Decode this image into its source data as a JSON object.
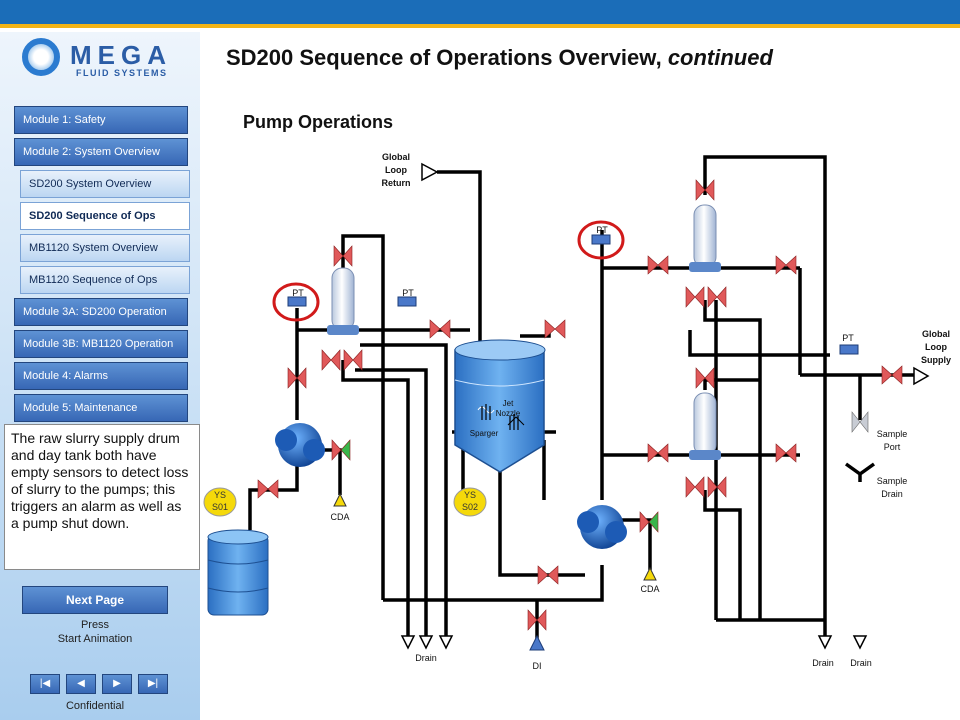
{
  "header": {
    "title_main": "SD200 Sequence of Operations Overview,",
    "title_emph": "continued",
    "subtitle": "Pump Operations"
  },
  "logo": {
    "word": "MEGA",
    "sub": "FLUID SYSTEMS"
  },
  "nav": {
    "items": [
      {
        "label": "Module 1: Safety",
        "type": "module"
      },
      {
        "label": "Module 2: System Overview",
        "type": "module"
      },
      {
        "label": "SD200 System Overview",
        "type": "sub"
      },
      {
        "label": "SD200 Sequence of Ops",
        "type": "sub",
        "active": true
      },
      {
        "label": "MB1120 System Overview",
        "type": "sub"
      },
      {
        "label": "MB1120 Sequence of Ops",
        "type": "sub"
      },
      {
        "label": "Module 3A: SD200 Operation",
        "type": "module"
      },
      {
        "label": "Module 3B: MB1120 Operation",
        "type": "module"
      },
      {
        "label": "Module 4: Alarms",
        "type": "module"
      },
      {
        "label": "Module 5: Maintenance",
        "type": "module"
      }
    ]
  },
  "note": "The raw slurry supply drum and day tank both have empty sensors to detect loss of slurry to the pumps; this triggers an alarm as well as a pump shut down.",
  "controls": {
    "next_label": "Next Page",
    "press_line1": "Press",
    "press_line2": "Start Animation",
    "footer": "Confidential"
  },
  "diagram": {
    "labels": {
      "global_loop_return": [
        "Global",
        "Loop",
        "Return"
      ],
      "global_loop_supply": [
        "Global",
        "Loop",
        "Supply"
      ],
      "pt": "PT",
      "cda": "CDA",
      "ys_s01": [
        "YS",
        "S01"
      ],
      "ys_s02": [
        "YS",
        "S02"
      ],
      "jet_nozzle": [
        "Jet",
        "Nozzle"
      ],
      "sparger": "Sparger",
      "sample_port": [
        "Sample",
        "Port"
      ],
      "sample_drain": [
        "Sample",
        "Drain"
      ],
      "drain": "Drain",
      "di": "DI"
    },
    "colors": {
      "pipe": "#000000",
      "valve": "#e0595a",
      "highlight": "#d11a1a",
      "tank_blue": "#3f8fe0",
      "sensor_yellow": "#f5d90a"
    }
  }
}
